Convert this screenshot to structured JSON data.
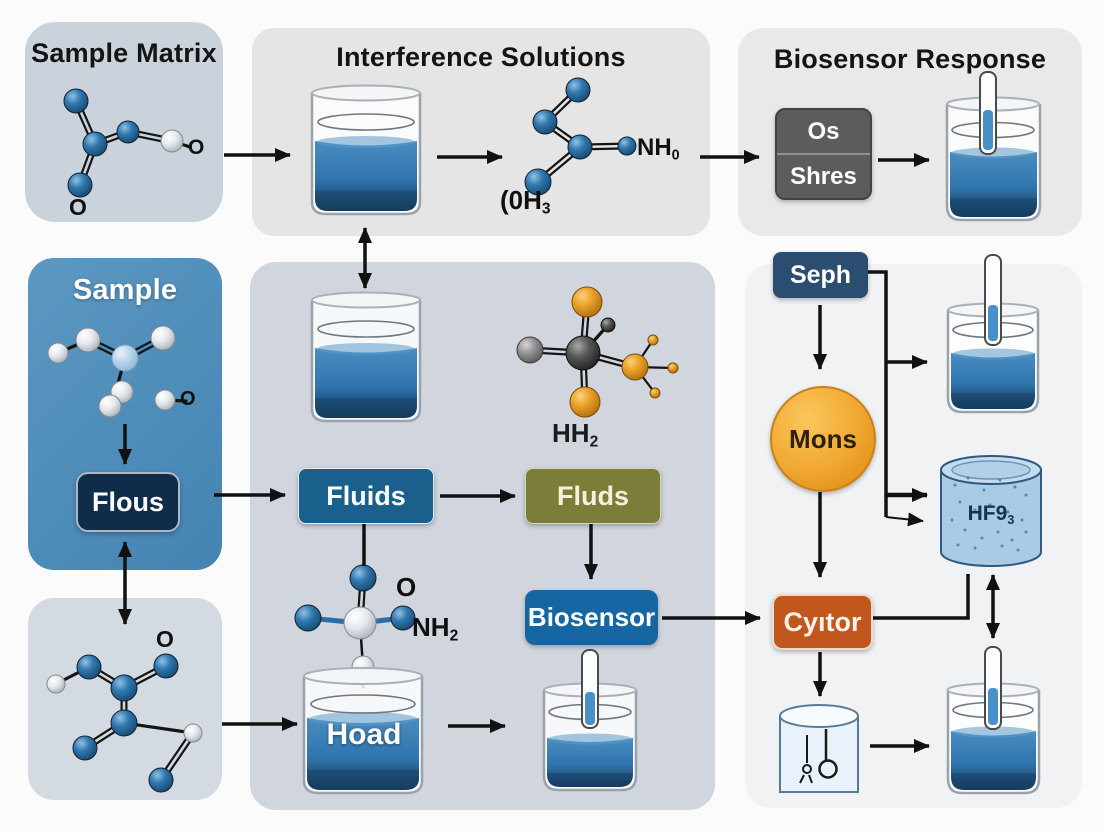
{
  "titles": {
    "sample_matrix": "Sample Matrix",
    "interference": "Interference Solutions",
    "biosensor_response": "Biosensor Response",
    "sample": "Sample"
  },
  "boxes": {
    "flous": "Flous",
    "fluids": "Fluids",
    "fluds": "Fluds",
    "biosensor": "Biosensor",
    "hoad": "Hoad",
    "os": "Os",
    "shres": "Shres",
    "seph": "Seph",
    "mons": "Mons",
    "cytor": "Cyıtor"
  },
  "labels": {
    "matrix_o_right": "O",
    "matrix_o_bottom": "O",
    "nh_main": "NH",
    "nh_sub": "0",
    "oh_main": "(0H",
    "oh_sub": "3",
    "sample_o": "O",
    "hh_main": "HH",
    "hh_sub": "2",
    "center_o": "O",
    "nh2_main": "NH",
    "nh2_sub": "2",
    "bottom_left_o": "O",
    "cylinder_main": "HF9",
    "cylinder_sub": "3"
  },
  "colors": {
    "sample_panel": "#4d8cb8",
    "flous": "#0f2c4b",
    "fluids": "#19608c",
    "fluds": "#7d7d3a",
    "biosensor": "#1566a3",
    "os_shres": "#5c5c5c",
    "seph": "#2b4e70",
    "mons": "#f0a72e",
    "cytor": "#c2571d",
    "liquid_blue": "#2e74ad",
    "molecule_blue": "#2f77ae",
    "molecule_orange": "#eda62d"
  }
}
